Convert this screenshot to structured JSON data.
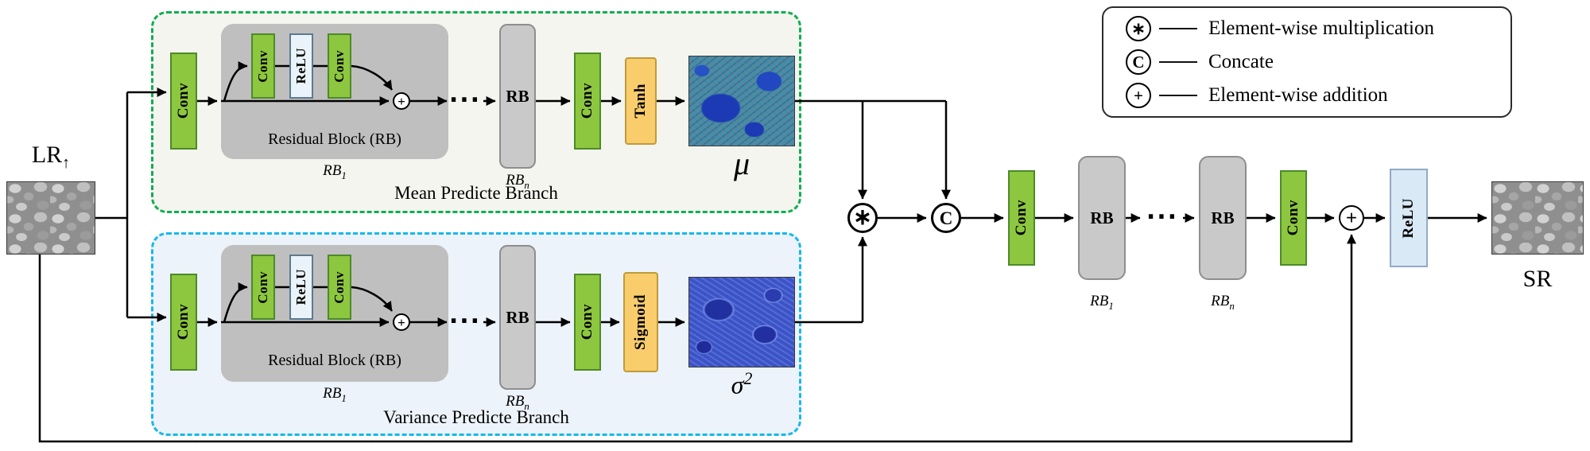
{
  "meta": {
    "description": "Super-resolution network architecture diagram with mean and variance prediction branches"
  },
  "colors": {
    "conv_green": "#8DC63F",
    "block_gray": "#C9C9C9",
    "activation_yellow": "#F9CD6C",
    "relu_blue": "#D9E9F6",
    "mean_branch_border": "#0FAE52",
    "variance_branch_border": "#16B9EA"
  },
  "input": {
    "label_base": "LR",
    "label_sub": "↑"
  },
  "output": {
    "label": "SR"
  },
  "symbols": {
    "multiply": "∗",
    "concat": "C",
    "plus": "+"
  },
  "mean_branch": {
    "title": "Mean Predicte Branch",
    "conv_in": "Conv",
    "residual_block": {
      "conv_a": "Conv",
      "relu": "ReLU",
      "conv_b": "Conv",
      "caption": "Residual Block (RB)",
      "index_base": "RB",
      "index_sub": "1"
    },
    "dots": "...",
    "rb_block": "RB",
    "rb_index_base": "RB",
    "rb_index_sub": "n",
    "conv_out": "Conv",
    "activation": "Tanh",
    "map_label": "μ"
  },
  "variance_branch": {
    "title": "Variance Predicte Branch",
    "conv_in": "Conv",
    "residual_block": {
      "conv_a": "Conv",
      "relu": "ReLU",
      "conv_b": "Conv",
      "caption": "Residual Block (RB)",
      "index_base": "RB",
      "index_sub": "1"
    },
    "dots": "...",
    "rb_block": "RB",
    "rb_index_base": "RB",
    "rb_index_sub": "n",
    "conv_out": "Conv",
    "activation": "Sigmoid",
    "map_label_base": "σ",
    "map_label_sup": "2"
  },
  "reconstruction": {
    "conv_in": "Conv",
    "rb1": "RB",
    "rb1_index_base": "RB",
    "rb1_index_sub": "1",
    "dots": "...",
    "rb2": "RB",
    "rb2_index_base": "RB",
    "rb2_index_sub": "n",
    "conv_out": "Conv",
    "relu": "ReLU"
  },
  "legend": {
    "items": [
      {
        "symbol": "∗",
        "label": "Element-wise multiplication"
      },
      {
        "symbol": "C",
        "label": "Concate"
      },
      {
        "symbol": "+",
        "label": "Element-wise addition"
      }
    ]
  }
}
